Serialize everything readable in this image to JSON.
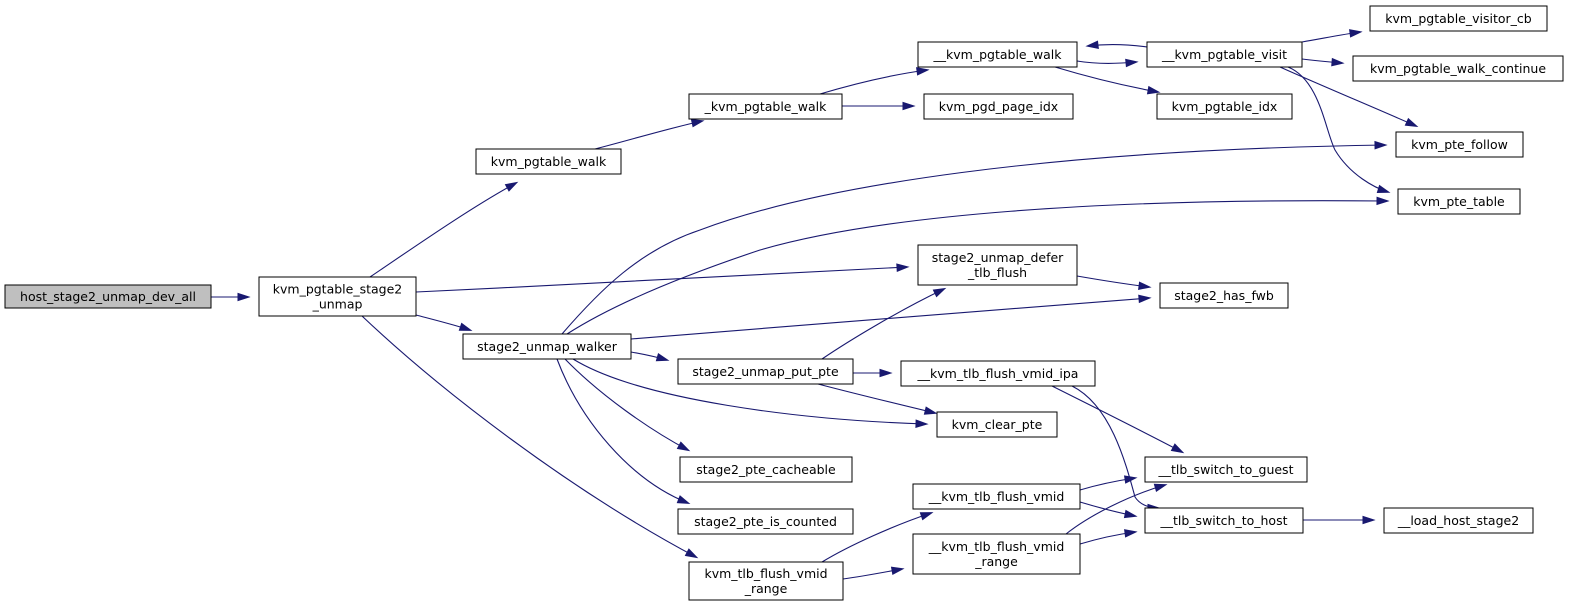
{
  "diagram": {
    "type": "call-graph",
    "colors": {
      "edge": "#191970",
      "root_fill": "#bfbfbf",
      "node_fill": "#ffffff",
      "border": "#000000"
    },
    "nodes": [
      {
        "id": "host_stage2_unmap_dev_all",
        "lines": [
          "host_stage2_unmap_dev_all"
        ],
        "root": true
      },
      {
        "id": "kvm_pgtable_stage2_unmap",
        "lines": [
          "kvm_pgtable_stage2",
          "_unmap"
        ]
      },
      {
        "id": "kvm_pgtable_walk",
        "lines": [
          "kvm_pgtable_walk"
        ]
      },
      {
        "id": "stage2_unmap_walker",
        "lines": [
          "stage2_unmap_walker"
        ]
      },
      {
        "id": "kvm_tlb_flush_vmid_range",
        "lines": [
          "kvm_tlb_flush_vmid",
          "_range"
        ]
      },
      {
        "id": "_kvm_pgtable_walk",
        "lines": [
          "_kvm_pgtable_walk"
        ]
      },
      {
        "id": "stage2_unmap_put_pte",
        "lines": [
          "stage2_unmap_put_pte"
        ]
      },
      {
        "id": "stage2_pte_cacheable",
        "lines": [
          "stage2_pte_cacheable"
        ]
      },
      {
        "id": "stage2_pte_is_counted",
        "lines": [
          "stage2_pte_is_counted"
        ]
      },
      {
        "id": "__kvm_pgtable_walk",
        "lines": [
          "__kvm_pgtable_walk"
        ]
      },
      {
        "id": "kvm_pgd_page_idx",
        "lines": [
          "kvm_pgd_page_idx"
        ]
      },
      {
        "id": "stage2_unmap_defer_tlb_flush",
        "lines": [
          "stage2_unmap_defer",
          "_tlb_flush"
        ]
      },
      {
        "id": "__kvm_tlb_flush_vmid_ipa",
        "lines": [
          "__kvm_tlb_flush_vmid_ipa"
        ]
      },
      {
        "id": "kvm_clear_pte",
        "lines": [
          "kvm_clear_pte"
        ]
      },
      {
        "id": "__kvm_tlb_flush_vmid",
        "lines": [
          "__kvm_tlb_flush_vmid"
        ]
      },
      {
        "id": "__kvm_tlb_flush_vmid_range",
        "lines": [
          "__kvm_tlb_flush_vmid",
          "_range"
        ]
      },
      {
        "id": "__kvm_pgtable_visit",
        "lines": [
          "__kvm_pgtable_visit"
        ]
      },
      {
        "id": "kvm_pgtable_idx",
        "lines": [
          "kvm_pgtable_idx"
        ]
      },
      {
        "id": "stage2_has_fwb",
        "lines": [
          "stage2_has_fwb"
        ]
      },
      {
        "id": "__tlb_switch_to_guest",
        "lines": [
          "__tlb_switch_to_guest"
        ]
      },
      {
        "id": "__tlb_switch_to_host",
        "lines": [
          "__tlb_switch_to_host"
        ]
      },
      {
        "id": "kvm_pgtable_visitor_cb",
        "lines": [
          "kvm_pgtable_visitor_cb"
        ]
      },
      {
        "id": "kvm_pgtable_walk_continue",
        "lines": [
          "kvm_pgtable_walk_continue"
        ]
      },
      {
        "id": "kvm_pte_follow",
        "lines": [
          "kvm_pte_follow"
        ]
      },
      {
        "id": "kvm_pte_table",
        "lines": [
          "kvm_pte_table"
        ]
      },
      {
        "id": "__load_host_stage2",
        "lines": [
          "__load_host_stage2"
        ]
      }
    ],
    "edges": [
      {
        "from": "host_stage2_unmap_dev_all",
        "to": "kvm_pgtable_stage2_unmap"
      },
      {
        "from": "kvm_pgtable_stage2_unmap",
        "to": "kvm_pgtable_walk"
      },
      {
        "from": "kvm_pgtable_stage2_unmap",
        "to": "stage2_unmap_walker"
      },
      {
        "from": "kvm_pgtable_stage2_unmap",
        "to": "kvm_tlb_flush_vmid_range"
      },
      {
        "from": "kvm_pgtable_stage2_unmap",
        "to": "stage2_unmap_defer_tlb_flush"
      },
      {
        "from": "kvm_pgtable_walk",
        "to": "_kvm_pgtable_walk"
      },
      {
        "from": "_kvm_pgtable_walk",
        "to": "__kvm_pgtable_walk"
      },
      {
        "from": "_kvm_pgtable_walk",
        "to": "kvm_pgd_page_idx"
      },
      {
        "from": "__kvm_pgtable_walk",
        "to": "__kvm_pgtable_visit"
      },
      {
        "from": "__kvm_pgtable_walk",
        "to": "kvm_pgtable_idx"
      },
      {
        "from": "__kvm_pgtable_visit",
        "to": "__kvm_pgtable_walk"
      },
      {
        "from": "__kvm_pgtable_visit",
        "to": "kvm_pgtable_visitor_cb"
      },
      {
        "from": "__kvm_pgtable_visit",
        "to": "kvm_pgtable_walk_continue"
      },
      {
        "from": "__kvm_pgtable_visit",
        "to": "kvm_pte_follow"
      },
      {
        "from": "__kvm_pgtable_visit",
        "to": "kvm_pte_table"
      },
      {
        "from": "stage2_unmap_walker",
        "to": "kvm_pte_follow"
      },
      {
        "from": "stage2_unmap_walker",
        "to": "kvm_pte_table"
      },
      {
        "from": "stage2_unmap_walker",
        "to": "stage2_has_fwb"
      },
      {
        "from": "stage2_unmap_walker",
        "to": "stage2_unmap_put_pte"
      },
      {
        "from": "stage2_unmap_walker",
        "to": "kvm_clear_pte"
      },
      {
        "from": "stage2_unmap_walker",
        "to": "stage2_pte_cacheable"
      },
      {
        "from": "stage2_unmap_walker",
        "to": "stage2_pte_is_counted"
      },
      {
        "from": "stage2_unmap_put_pte",
        "to": "stage2_unmap_defer_tlb_flush"
      },
      {
        "from": "stage2_unmap_put_pte",
        "to": "__kvm_tlb_flush_vmid_ipa"
      },
      {
        "from": "stage2_unmap_put_pte",
        "to": "kvm_clear_pte"
      },
      {
        "from": "stage2_unmap_defer_tlb_flush",
        "to": "stage2_has_fwb"
      },
      {
        "from": "__kvm_tlb_flush_vmid_ipa",
        "to": "__tlb_switch_to_guest"
      },
      {
        "from": "__kvm_tlb_flush_vmid_ipa",
        "to": "__tlb_switch_to_host"
      },
      {
        "from": "kvm_tlb_flush_vmid_range",
        "to": "__kvm_tlb_flush_vmid"
      },
      {
        "from": "kvm_tlb_flush_vmid_range",
        "to": "__kvm_tlb_flush_vmid_range"
      },
      {
        "from": "__kvm_tlb_flush_vmid",
        "to": "__tlb_switch_to_guest"
      },
      {
        "from": "__kvm_tlb_flush_vmid",
        "to": "__tlb_switch_to_host"
      },
      {
        "from": "__kvm_tlb_flush_vmid_range",
        "to": "__tlb_switch_to_guest"
      },
      {
        "from": "__kvm_tlb_flush_vmid_range",
        "to": "__tlb_switch_to_host"
      },
      {
        "from": "__tlb_switch_to_host",
        "to": "__load_host_stage2"
      }
    ]
  }
}
